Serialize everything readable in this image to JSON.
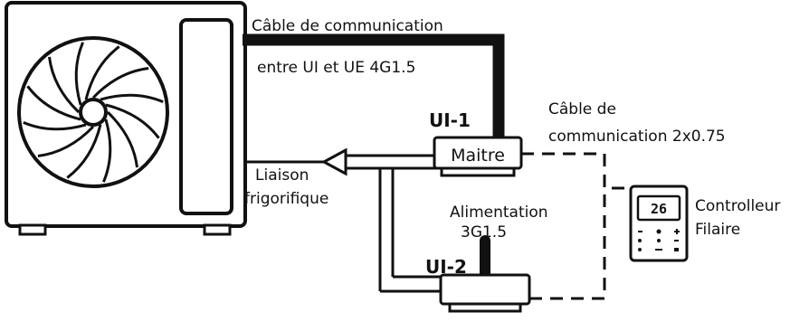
{
  "colors": {
    "line": "#111111",
    "background": "#ffffff"
  },
  "labels": {
    "comm_cable_line1": "Câble de communication",
    "comm_cable_line2": "entre UI et UE 4G1.5",
    "ui1": "UI-1",
    "ui2": "UI-2",
    "maitre": "Maitre",
    "comm_cable2_line1": "Câble de",
    "comm_cable2_line2": "communication 2x0.75",
    "liaison_line1": "Liaison",
    "liaison_line2": "frigorifique",
    "alim_line1": "Alimentation",
    "alim_line2": "3G1.5",
    "controller_line1": "Controlleur",
    "controller_line2": "Filaire",
    "lcd_value": "26"
  },
  "icons": [
    "fan-icon",
    "arrow-left-icon",
    "wired-controller-icon"
  ]
}
